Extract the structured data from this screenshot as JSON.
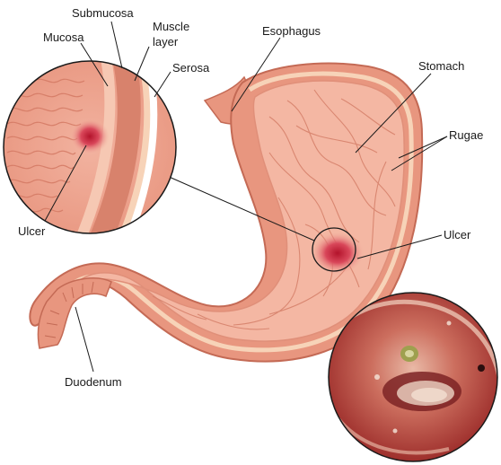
{
  "labels": {
    "submucosa": "Submucosa",
    "mucosa": "Mucosa",
    "muscle_layer_line1": "Muscle",
    "muscle_layer_line2": "layer",
    "serosa": "Serosa",
    "esophagus": "Esophagus",
    "stomach": "Stomach",
    "rugae": "Rugae",
    "ulcer_inset": "Ulcer",
    "ulcer_stomach": "Ulcer",
    "duodenum": "Duodenum"
  },
  "colors": {
    "stomach_outer": "#e8967f",
    "stomach_inner": "#f4b7a3",
    "rugae_lines": "#d7826c",
    "serosa_band": "#f7d3b8",
    "ulcer_center": "#c0182f",
    "endoscopy_bg": "#b8433d"
  }
}
